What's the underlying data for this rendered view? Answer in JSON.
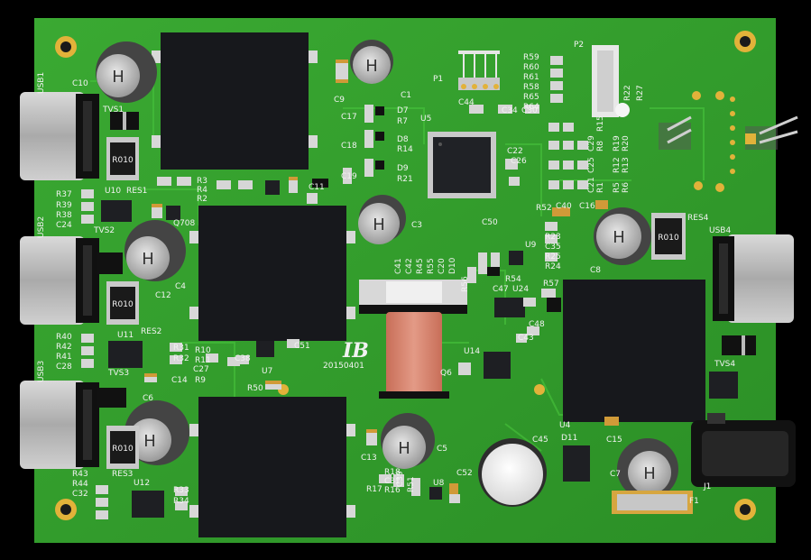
{
  "board": {
    "date_code": "20150401",
    "logo_text": "IB",
    "colors": {
      "pcb": "#2f9e2a",
      "pcb_dark": "#1f7a1e",
      "trace": "#3bb332",
      "chip": "#15161a",
      "silk": "#f2f2f2",
      "pad": "#d4a73a",
      "ribbon": "#d9846e"
    }
  },
  "labels": {
    "usb1": "USB1",
    "usb2": "USB2",
    "usb3": "USB3",
    "usb4": "USB4",
    "c10": "C10",
    "tvs1": "TVS1",
    "r010": "R010",
    "u10": "U10",
    "res1": "RES1",
    "r37": "R37",
    "r39": "R39",
    "r38": "R38",
    "c24": "C24",
    "tvs2": "TVS2",
    "c12": "C12",
    "c4": "C4",
    "res2": "RES2",
    "u11": "U11",
    "r40": "R40",
    "r42": "R42",
    "r41": "R41",
    "c28": "C28",
    "tvs3": "TVS3",
    "r31": "R31",
    "r32": "R32",
    "c14": "C14",
    "c6": "C6",
    "res3": "RES3",
    "r43": "R43",
    "r44": "R44",
    "c32": "C32",
    "u12": "U12",
    "r33": "R33",
    "r34": "R34",
    "c9": "C9",
    "c1": "C1",
    "c17": "C17",
    "d7": "D7",
    "r7": "R7",
    "c18": "C18",
    "d8": "D8",
    "r14": "R14",
    "d9": "D9",
    "c19": "C19",
    "r21": "R21",
    "r3": "R3",
    "r4": "R4",
    "r2": "R2",
    "q708": "Q708",
    "c11": "C11",
    "c3": "C3",
    "u5": "U5",
    "c44": "C44",
    "c34": "C34",
    "c30": "C30",
    "c22": "C22",
    "c26": "C26",
    "p1": "P1",
    "p2": "P2",
    "r59": "R59",
    "r60": "R60",
    "r61": "R61",
    "r58": "R58",
    "r65": "R65",
    "r64": "R64",
    "r22": "R22",
    "r27": "R27",
    "c29": "C29",
    "r19": "R19",
    "r15": "R15",
    "r20": "R20",
    "r13": "R13",
    "r12": "R12",
    "r8": "R8",
    "c25": "C25",
    "c21": "C21",
    "r1": "R1",
    "r5": "R5",
    "r6": "R6",
    "c40": "C40",
    "c16": "C16",
    "c50": "C50",
    "r52": "R52",
    "u9": "U9",
    "r23": "R23",
    "c35": "C35",
    "r25": "R25",
    "r24": "R24",
    "c8": "C8",
    "res4": "RES4",
    "c41": "C41",
    "c42": "C42",
    "r45": "R45",
    "r55": "R55",
    "c20": "C20",
    "d10": "D10",
    "r56": "R56",
    "r54": "R54",
    "c47": "C47",
    "u24": "U24",
    "r57": "R57",
    "c48": "C48",
    "c43": "C43",
    "r10": "R10",
    "r11": "R11",
    "c27": "C27",
    "r9": "R9",
    "c38": "C38",
    "r50": "R50",
    "u7": "U7",
    "c51": "C51",
    "u14": "U14",
    "q6": "Q6",
    "tvs4": "TVS4",
    "u4": "U4",
    "c15": "C15",
    "c13": "C13",
    "c5": "C5",
    "r18": "R18",
    "r17": "R17",
    "c31": "C31",
    "r16": "R16",
    "c39": "C39",
    "r51": "R51",
    "u8": "U8",
    "c52": "C52",
    "c45": "C45",
    "d11": "D11",
    "c7": "C7",
    "f1": "F1",
    "j1": "J1",
    "h": "H"
  }
}
